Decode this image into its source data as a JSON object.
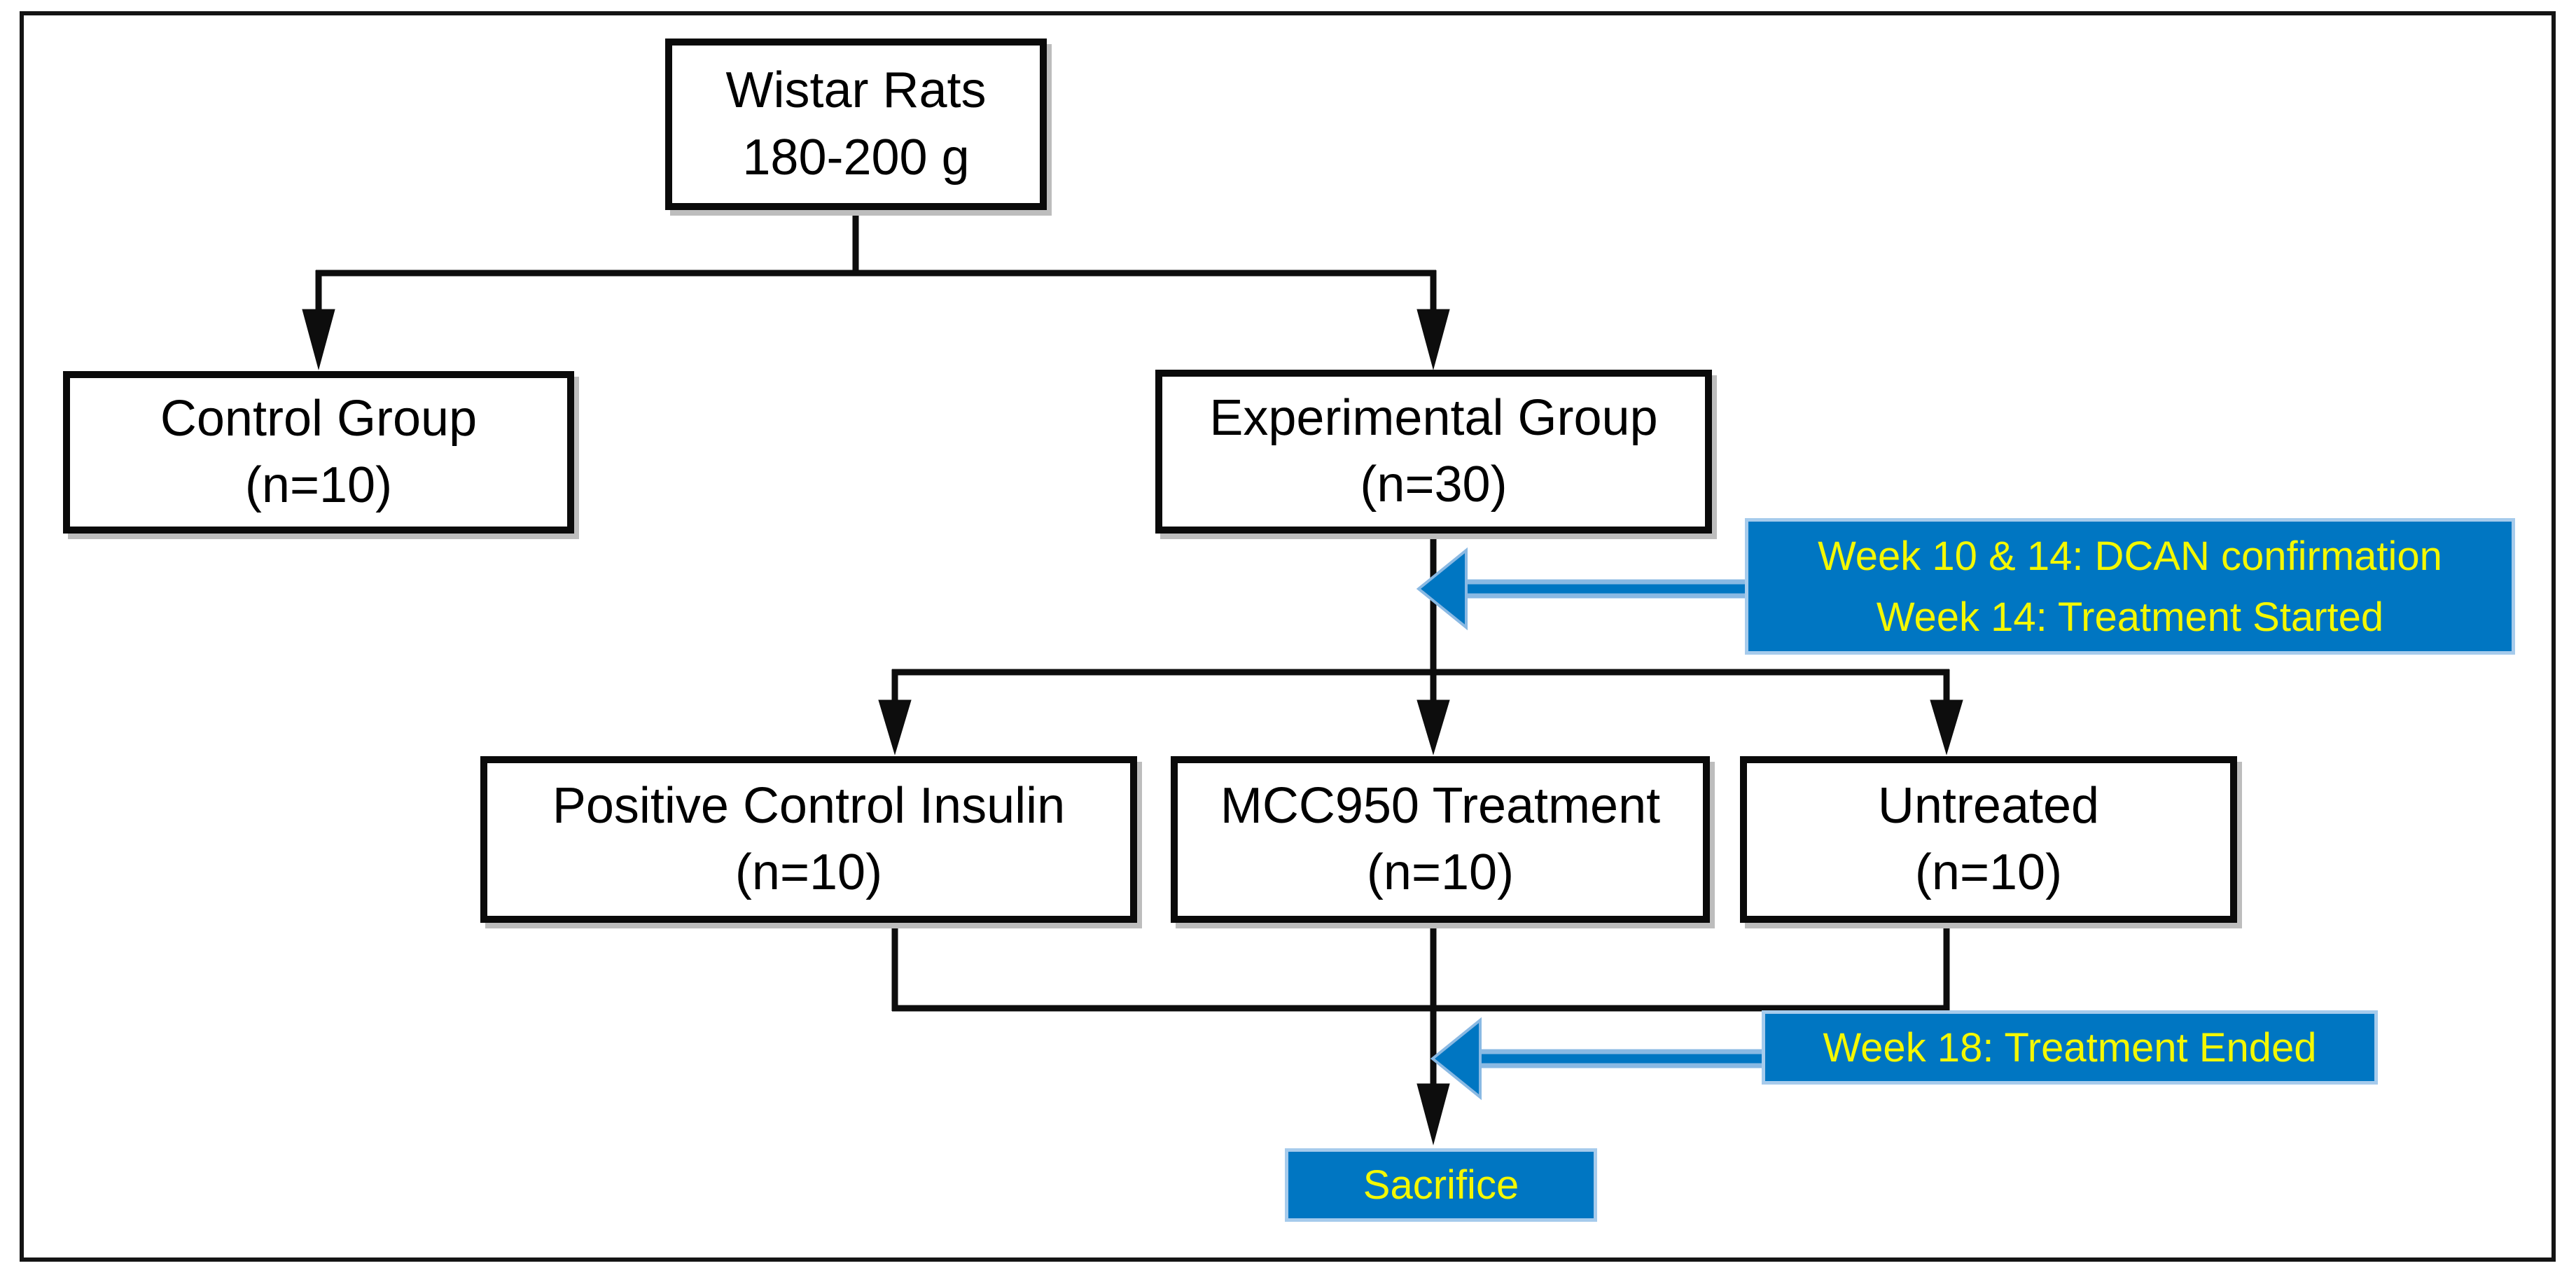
{
  "flowchart": {
    "root": {
      "line1": "Wistar Rats",
      "line2": "180-200 g"
    },
    "branches": [
      {
        "line1": "Control Group",
        "line2": "(n=10)"
      },
      {
        "line1": "Experimental Group",
        "line2": "(n=30)"
      }
    ],
    "arms": [
      {
        "line1": "Positive Control Insulin",
        "line2": "(n=10)"
      },
      {
        "line1": "MCC950 Treatment",
        "line2": "(n=10)"
      },
      {
        "line1": "Untreated",
        "line2": "(n=10)"
      }
    ],
    "callouts": [
      {
        "line1": "Week 10 & 14: DCAN confirmation",
        "line2": "Week 14: Treatment Started"
      },
      {
        "line1": "Week 18: Treatment Ended"
      }
    ],
    "terminal": {
      "label": "Sacrifice"
    },
    "colors": {
      "callout_background": "#0076C2",
      "callout_text": "#F4F800",
      "node_border": "#0A0A0A",
      "connector": "#0D0D0D"
    }
  }
}
